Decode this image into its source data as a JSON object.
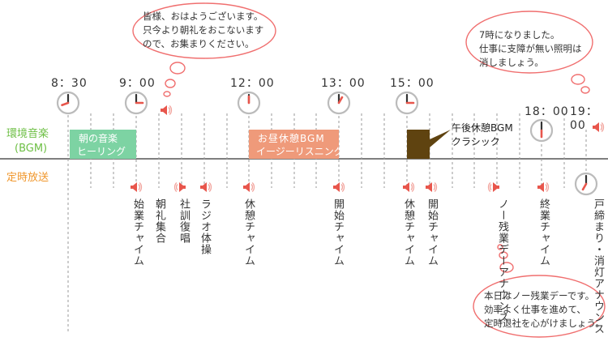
{
  "rows": {
    "bgm_label": "環境音楽",
    "bgm_sub": "(BGM)",
    "chime_label": "定時放送"
  },
  "times": [
    "8：30",
    "9：00",
    "12：00",
    "13：00",
    "15：00",
    "18：00",
    "19：00"
  ],
  "bands": {
    "morning": {
      "line1": "朝の音楽",
      "line2": "ヒーリング"
    },
    "noon": {
      "line1": "お昼休憩BGM",
      "line2": "イージーリスニング"
    },
    "afternoon": {
      "line1": "午後休憩BGM",
      "line2": "クラシック"
    }
  },
  "bubbles": {
    "morning": {
      "l1": "皆様、おはようございます。",
      "l2": "只今より朝礼をおこないます",
      "l3": "ので、お集まりください。"
    },
    "evening": {
      "l1": "7時になりました。",
      "l2": "仕事に支障が無い照明は",
      "l3": "消しましょう。"
    },
    "noovertime": {
      "l1": "本日はノー残業デーです。",
      "l2": "効率よく仕事を進めて、",
      "l3": "定時退社を心がけましょう。"
    }
  },
  "events": [
    "始業チャイム",
    "朝礼集合",
    "社訓復唱",
    "ラジオ体操",
    "休憩チャイム",
    "開始チャイム",
    "休憩チャイム",
    "開始チャイム",
    "ノー残業デーアナウンス",
    "終業チャイム",
    "戸締まり・消灯アナウンス"
  ],
  "colors": {
    "bgm_green": "#6dbf44",
    "chime_orange": "#f0962b",
    "band_green": "#7dd3a3",
    "band_salmon": "#ef9a7a",
    "band_brown": "#5f4310",
    "speaker_red": "#e8564c",
    "bubble_border": "#f06f6f"
  }
}
